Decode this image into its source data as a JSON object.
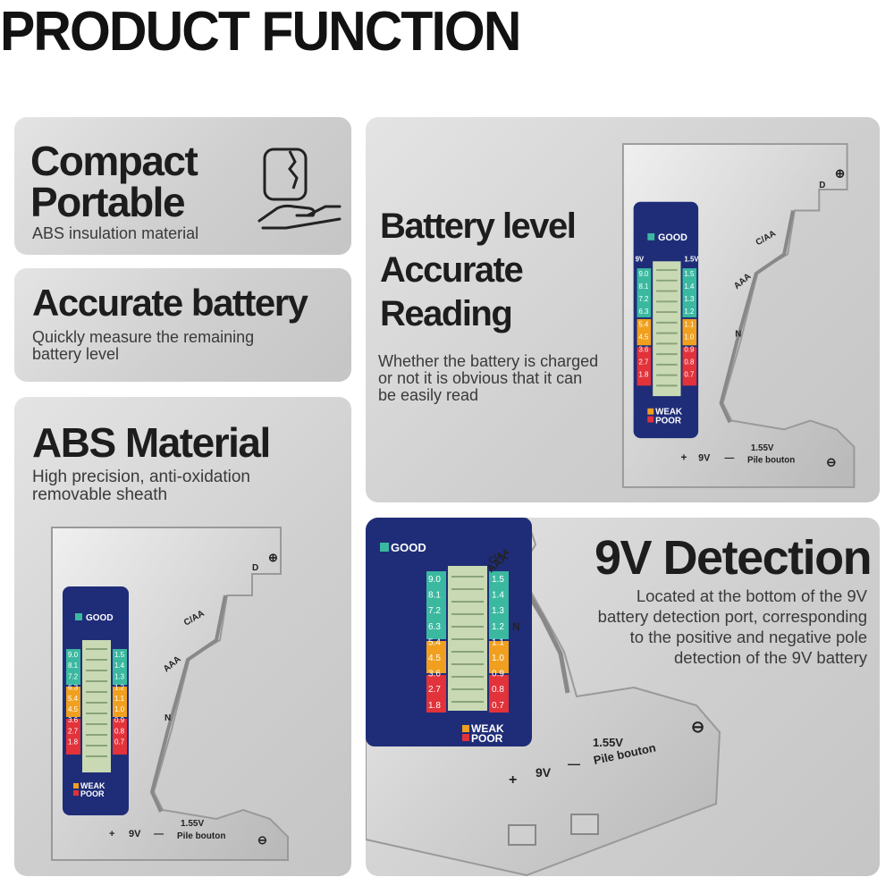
{
  "headline": "PRODUCT FUNCTION",
  "cards": {
    "compact": {
      "title_line1": "Compact",
      "title_line2": "Portable",
      "desc": "ABS insulation material"
    },
    "accurate": {
      "title": "Accurate battery",
      "desc_line1": "Quickly measure the remaining",
      "desc_line2": "battery level"
    },
    "abs": {
      "title": "ABS Material",
      "desc_line1": "High precision, anti-oxidation",
      "desc_line2": "removable sheath"
    },
    "reading": {
      "title_line1": "Battery level",
      "title_line2": "Accurate",
      "title_line3": "Reading",
      "desc_line1": "Whether the battery is charged",
      "desc_line2": "or not it is obvious that it can",
      "desc_line3": "be easily read"
    },
    "detection": {
      "title": "9V Detection",
      "desc_line1": "Located at the bottom of the 9V",
      "desc_line2": "battery detection port, corresponding",
      "desc_line3": "to the positive and negative pole",
      "desc_line4": "detection of the 9V battery"
    }
  },
  "device": {
    "good": "GOOD",
    "weak": "WEAK",
    "poor": "POOR",
    "left_header": "9V",
    "right_header": "1.5V",
    "left_scale": [
      "9.0",
      "8.1",
      "7.2",
      "6.3",
      "5.4",
      "4.5",
      "3.6",
      "2.7",
      "1.8"
    ],
    "right_scale": [
      "1.5",
      "1.4",
      "1.3",
      "1.2",
      "1.1",
      "1.0",
      "0.9",
      "0.8",
      "0.7"
    ],
    "label_d": "D",
    "label_caa": "C/AA",
    "label_aaa": "AAA",
    "label_n": "N",
    "plus": "+",
    "label_9v": "9V",
    "minus": "—",
    "label_155": "1.55V",
    "label_pile": "Pile bouton"
  },
  "colors": {
    "green": "#3bb9a0",
    "orange": "#f0a01e",
    "red": "#e2323a",
    "navy": "#1f2d78",
    "lcd": "#c9d9b4",
    "body": "#d9d9d9"
  }
}
